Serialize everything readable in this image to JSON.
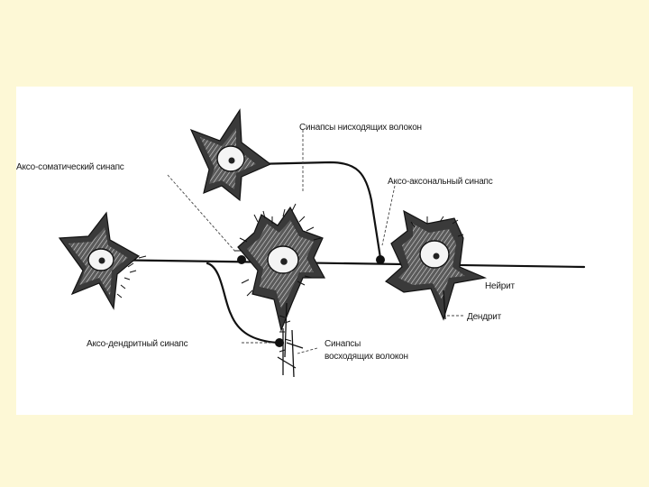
{
  "diagram": {
    "labels": {
      "descending_synapses": "Синапсы нисходящих волокон",
      "axo_somatic": "Аксо-соматический синапс",
      "axo_axonal": "Аксо-аксональный синапс",
      "neurite": "Нейрит",
      "dendrite": "Дендрит",
      "axo_dendritic": "Аксо-дендритный синапс",
      "ascending_synapses_line1": "Синапсы",
      "ascending_synapses_line2": "восходящих волокон"
    }
  }
}
